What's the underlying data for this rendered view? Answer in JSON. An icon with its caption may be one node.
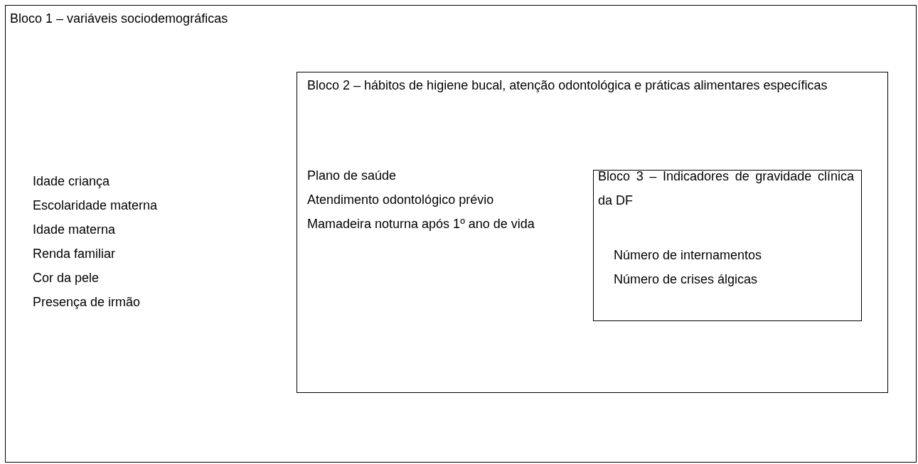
{
  "diagram": {
    "nodes": [
      {
        "text": [
          "Bloco 1 – variáveis sociodemográficas",
          "Idade criança",
          "Escolaridade materna",
          "Idade materna",
          "Renda familiar",
          "Cor da pele",
          "Presença de irmão"
        ]
      },
      {
        "text": [
          "Bloco 2 – hábitos de higiene bucal, atenção odontológica e práticas alimentares específicas",
          "Plano de saúde",
          "Atendimento odontológico prévio",
          "Mamadeira noturna após 1º ano de vida"
        ],
        "in": 0
      },
      {
        "text": [
          "Bloco 3 – Indicadores de gravidade clínica da DF",
          "Número de internamentos",
          "Número de crises álgicas"
        ],
        "in": 1
      }
    ]
  }
}
